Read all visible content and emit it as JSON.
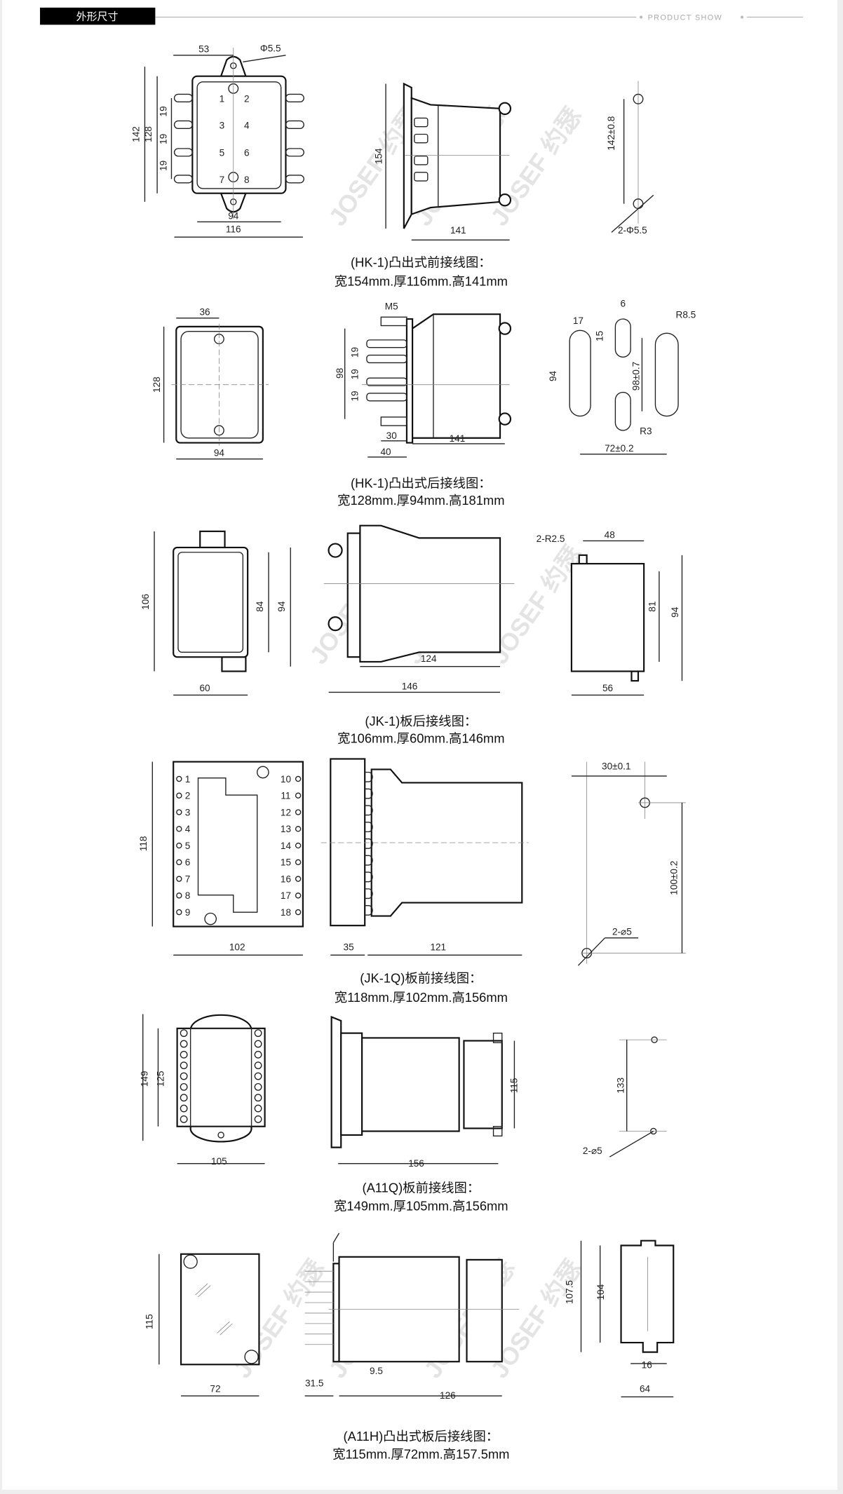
{
  "header": {
    "title": "外形尺寸",
    "tagline": "PRODUCT SHOW"
  },
  "watermark": "JOSEF 约瑟",
  "colors": {
    "header_bg": "#000000",
    "line": "#bbbbbb",
    "drawing": "#111111"
  },
  "sections": [
    {
      "caption": "(HK-1)凸出式前接线图：",
      "spec": "宽154mm.厚116mm.高141mm",
      "dims": [
        "53",
        "Φ5.5",
        "142",
        "128",
        "19",
        "19",
        "19",
        "94",
        "116",
        "154",
        "141",
        "142±0.8",
        "2-Φ5.5"
      ],
      "terminals": [
        "1",
        "2",
        "3",
        "4",
        "5",
        "6",
        "7",
        "8"
      ]
    },
    {
      "caption": "(HK-1)凸出式后接线图：",
      "spec": "宽128mm.厚94mm.高181mm",
      "dims": [
        "36",
        "128",
        "94",
        "M5",
        "98",
        "19",
        "19",
        "19",
        "30",
        "40",
        "141",
        "17",
        "94",
        "6",
        "15",
        "98±0.7",
        "R8.5",
        "R3",
        "72±0.2"
      ]
    },
    {
      "caption": "(JK-1)板后接线图：",
      "spec": "宽106mm.厚60mm.高146mm",
      "dims": [
        "106",
        "84",
        "94",
        "60",
        "124",
        "146",
        "2-R2.5",
        "48",
        "81",
        "94",
        "56"
      ]
    },
    {
      "caption": "(JK-1Q)板前接线图：",
      "spec": "宽118mm.厚102mm.高156mm",
      "dims": [
        "118",
        "102",
        "35",
        "121",
        "30±0.1",
        "100±0.2",
        "2-⌀5"
      ],
      "terminals": [
        "1",
        "2",
        "3",
        "4",
        "5",
        "6",
        "7",
        "8",
        "9",
        "10",
        "11",
        "12",
        "13",
        "14",
        "15",
        "16",
        "17",
        "18"
      ]
    },
    {
      "caption": "(A11Q)板前接线图：",
      "spec": "宽149mm.厚105mm.高156mm",
      "dims": [
        "149",
        "125",
        "105",
        "115",
        "156",
        "133",
        "2-⌀5"
      ]
    },
    {
      "caption": "(A11H)凸出式板后接线图：",
      "spec": "宽115mm.厚72mm.高157.5mm",
      "dims": [
        "115",
        "72",
        "31.5",
        "9.5",
        "126",
        "107.5",
        "104",
        "16",
        "64"
      ]
    }
  ]
}
